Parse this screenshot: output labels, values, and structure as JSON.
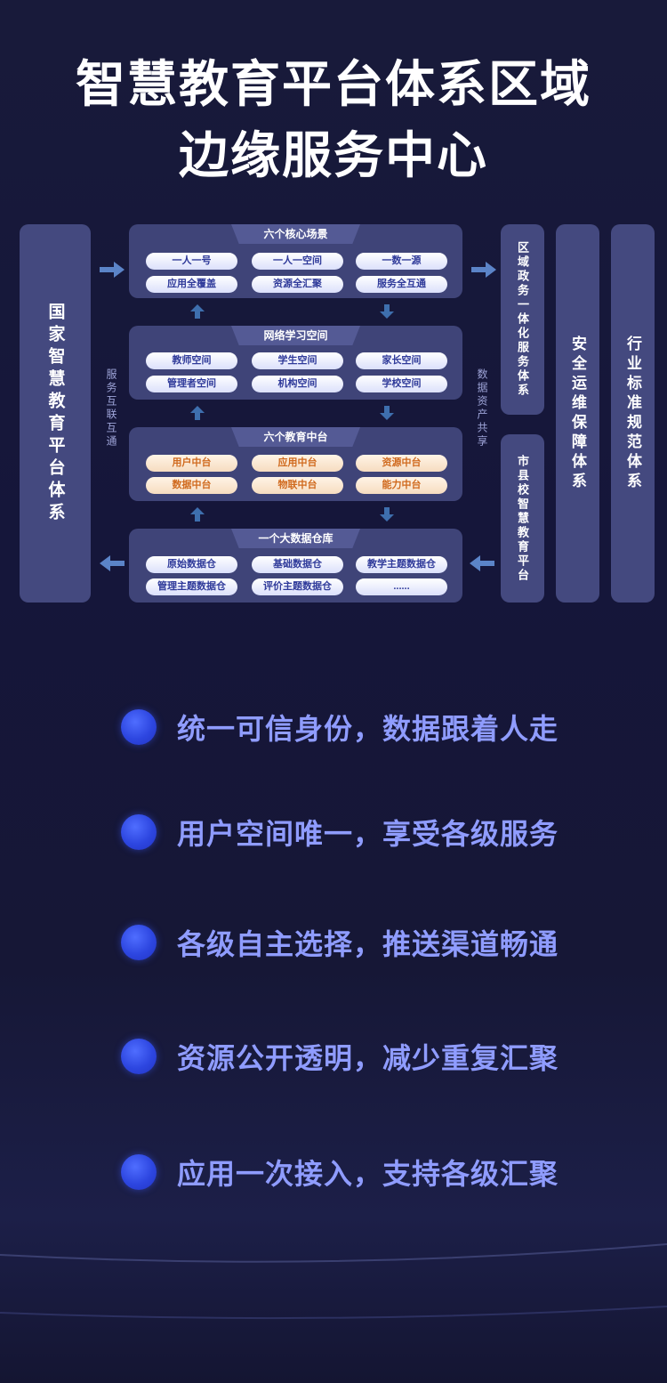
{
  "title": {
    "line1": "智慧教育平台体系区域",
    "line2": "边缘服务中心"
  },
  "left_column": "国家智慧教育平台体系",
  "left_side_label": "服务互联互通",
  "right_side_label": "数据资产共享",
  "blocks": [
    {
      "title": "六个核心场景",
      "style": "blue",
      "items": [
        "一人一号",
        "一人一空间",
        "一数一源",
        "应用全覆盖",
        "资源全汇聚",
        "服务全互通"
      ]
    },
    {
      "title": "网络学习空间",
      "style": "blue",
      "items": [
        "教师空间",
        "学生空间",
        "家长空间",
        "管理者空间",
        "机构空间",
        "学校空间"
      ]
    },
    {
      "title": "六个教育中台",
      "style": "orange",
      "items": [
        "用户中台",
        "应用中台",
        "资源中台",
        "数据中台",
        "物联中台",
        "能力中台"
      ]
    },
    {
      "title": "一个大数据仓库",
      "style": "blue",
      "items": [
        "原始数据仓",
        "基础数据仓",
        "教学主题数据仓",
        "管理主题数据仓",
        "评价主题数据仓",
        "......"
      ]
    }
  ],
  "right_columns": {
    "gov": "区域政务一体化服务体系",
    "city": "市县校智慧教育平台",
    "security": "安全运维保障体系",
    "standard": "行业标准规范体系"
  },
  "features": [
    "统一可信身份，数据跟着人走",
    "用户空间唯一，享受各级服务",
    "各级自主选择，推送渠道畅通",
    "资源公开透明，减少重复汇聚",
    "应用一次接入，支持各级汇聚"
  ],
  "colors": {
    "accent": "#2d46e0",
    "feature_text": "#8f9cff",
    "panel": "#3f4478",
    "orange_text": "#d06a1e"
  }
}
